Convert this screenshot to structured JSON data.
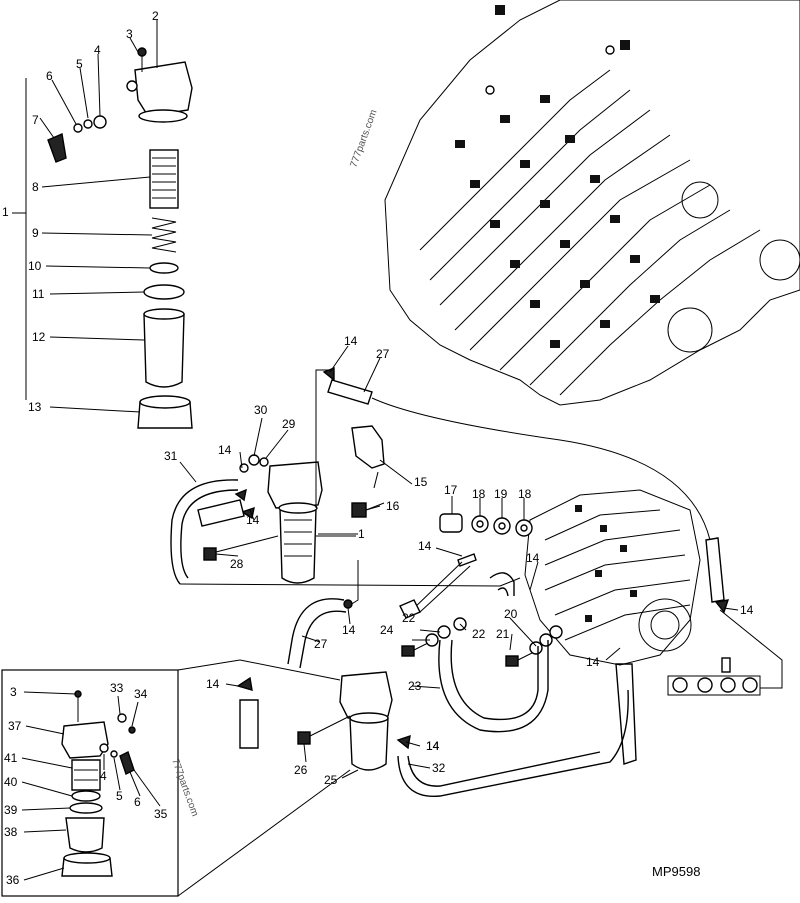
{
  "diagram": {
    "reference_code": "MP9598",
    "watermarks": [
      "777parts.com",
      "777parts.com"
    ],
    "callouts": [
      {
        "id": "c2",
        "text": "2"
      },
      {
        "id": "c3a",
        "text": "3"
      },
      {
        "id": "c4a",
        "text": "4"
      },
      {
        "id": "c5a",
        "text": "5"
      },
      {
        "id": "c6a",
        "text": "6"
      },
      {
        "id": "c7",
        "text": "7"
      },
      {
        "id": "c8",
        "text": "8"
      },
      {
        "id": "c1a",
        "text": "1"
      },
      {
        "id": "c9",
        "text": "9"
      },
      {
        "id": "c10",
        "text": "10"
      },
      {
        "id": "c11",
        "text": "11"
      },
      {
        "id": "c12",
        "text": "12"
      },
      {
        "id": "c13",
        "text": "13"
      },
      {
        "id": "c14a",
        "text": "14"
      },
      {
        "id": "c27a",
        "text": "27"
      },
      {
        "id": "c30",
        "text": "30"
      },
      {
        "id": "c29",
        "text": "29"
      },
      {
        "id": "c14b",
        "text": "14"
      },
      {
        "id": "c31",
        "text": "31"
      },
      {
        "id": "c15",
        "text": "15"
      },
      {
        "id": "c14c",
        "text": "14"
      },
      {
        "id": "c16",
        "text": "16"
      },
      {
        "id": "c1b",
        "text": "1"
      },
      {
        "id": "c17",
        "text": "17"
      },
      {
        "id": "c18a",
        "text": "18"
      },
      {
        "id": "c19",
        "text": "19"
      },
      {
        "id": "c18b",
        "text": "18"
      },
      {
        "id": "c28",
        "text": "28"
      },
      {
        "id": "c14d",
        "text": "14"
      },
      {
        "id": "c14e",
        "text": "14"
      },
      {
        "id": "c14f",
        "text": "14"
      },
      {
        "id": "c27b",
        "text": "27"
      },
      {
        "id": "c14g",
        "text": "14"
      },
      {
        "id": "c24",
        "text": "24"
      },
      {
        "id": "c22a",
        "text": "22"
      },
      {
        "id": "c20",
        "text": "20"
      },
      {
        "id": "c22b",
        "text": "22"
      },
      {
        "id": "c21",
        "text": "21"
      },
      {
        "id": "c14h",
        "text": "14"
      },
      {
        "id": "c14i",
        "text": "14"
      },
      {
        "id": "c23",
        "text": "23"
      },
      {
        "id": "c14j",
        "text": "14"
      },
      {
        "id": "c3b",
        "text": "3"
      },
      {
        "id": "c33",
        "text": "33"
      },
      {
        "id": "c34",
        "text": "34"
      },
      {
        "id": "c37",
        "text": "37"
      },
      {
        "id": "c41",
        "text": "41"
      },
      {
        "id": "c4b",
        "text": "4"
      },
      {
        "id": "c40",
        "text": "40"
      },
      {
        "id": "c5b",
        "text": "5"
      },
      {
        "id": "c6b",
        "text": "6"
      },
      {
        "id": "c39",
        "text": "39"
      },
      {
        "id": "c35",
        "text": "35"
      },
      {
        "id": "c38",
        "text": "38"
      },
      {
        "id": "c36",
        "text": "36"
      },
      {
        "id": "c14k",
        "text": "14"
      },
      {
        "id": "c26",
        "text": "26"
      },
      {
        "id": "c25",
        "text": "25"
      },
      {
        "id": "c32",
        "text": "32"
      }
    ]
  }
}
